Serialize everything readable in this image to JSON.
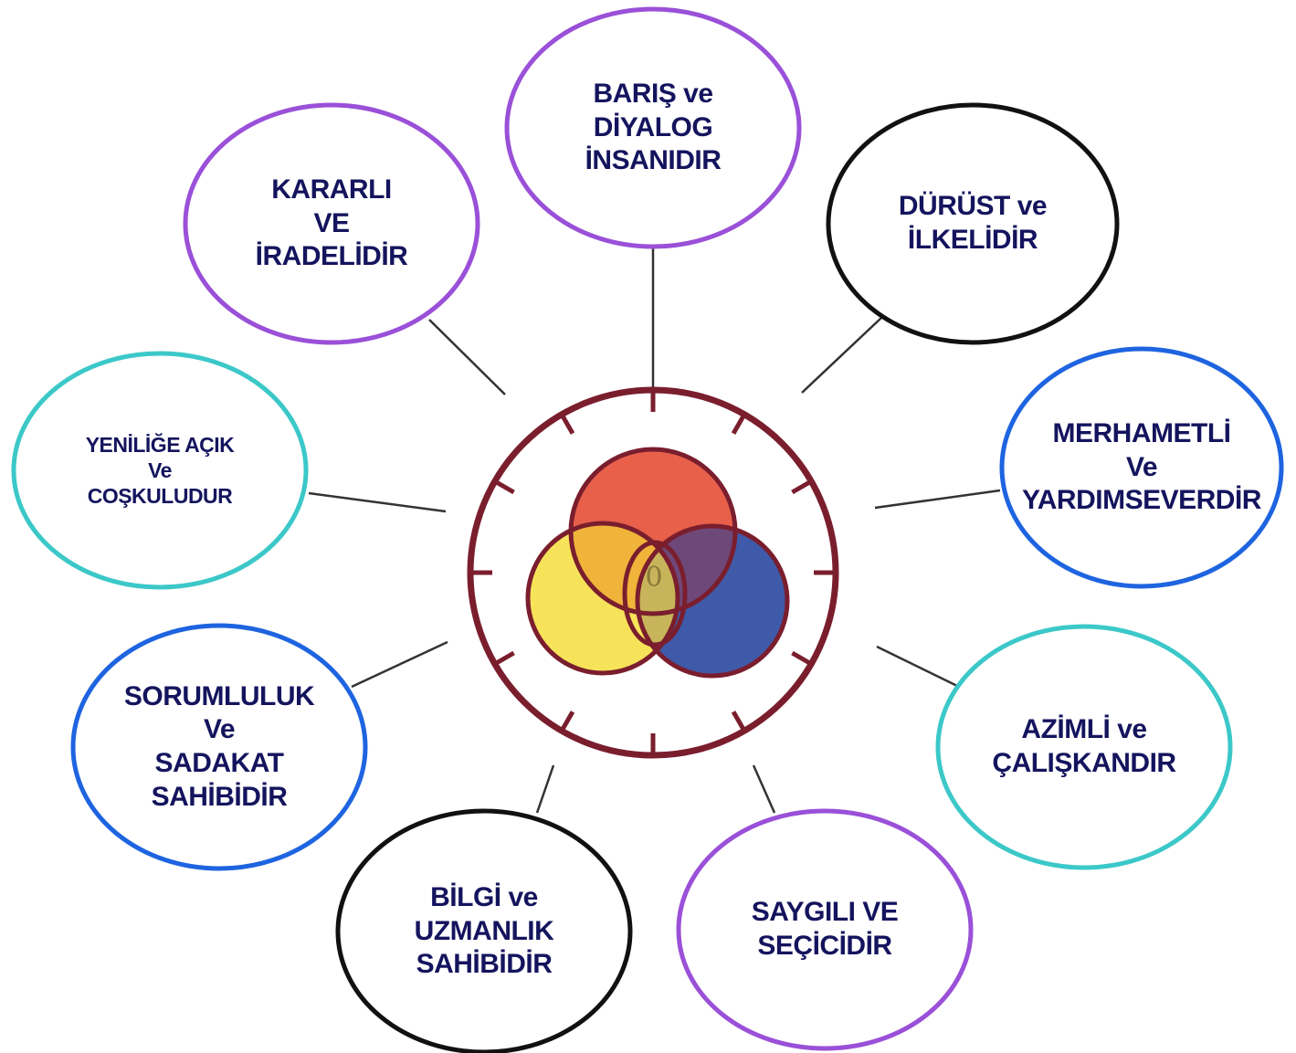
{
  "diagram": {
    "nodes": [
      {
        "id": "baris",
        "lines": [
          "BARIŞ ve",
          "DİYALOG",
          "İNSANIDIR"
        ],
        "border_color": "#9a50d8"
      },
      {
        "id": "durust",
        "lines": [
          "DÜRÜST ve",
          "İLKELİDİR"
        ],
        "border_color": "#111111"
      },
      {
        "id": "merhametli",
        "lines": [
          "MERHAMETLİ",
          "Ve",
          "YARDIMSEVERDİR"
        ],
        "border_color": "#1e64e0"
      },
      {
        "id": "azimli",
        "lines": [
          "AZİMLİ ve",
          "ÇALIŞKANDIR"
        ],
        "border_color": "#3cc8c8"
      },
      {
        "id": "saygili",
        "lines": [
          "SAYGILI VE",
          "SEÇİCİDİR"
        ],
        "border_color": "#9a50d8"
      },
      {
        "id": "bilgi",
        "lines": [
          "BİLGİ ve",
          "UZMANLIK",
          "SAHİBİDİR"
        ],
        "border_color": "#111111"
      },
      {
        "id": "sorumluluk",
        "lines": [
          "SORUMLULUK",
          "Ve",
          "SADAKAT",
          "SAHİBİDİR"
        ],
        "border_color": "#1e64e0"
      },
      {
        "id": "yenilige",
        "lines": [
          "YENİLİĞE AÇIK",
          "Ve",
          "COŞKULUDUR"
        ],
        "border_color": "#3cc8c8"
      },
      {
        "id": "kararli",
        "lines": [
          "KARARLI",
          "VE",
          "İRADELİDİR"
        ],
        "border_color": "#9a50d8"
      }
    ],
    "center": {
      "ring_color": "#7a1e2e",
      "venn_colors": [
        "#e8604a",
        "#f7e35a",
        "#3f5aa8"
      ],
      "overlap_colors": [
        "#f0b43a",
        "#6e4878",
        "#c8b45a"
      ],
      "center_glyph": "0"
    },
    "text_color": "#14145e"
  }
}
